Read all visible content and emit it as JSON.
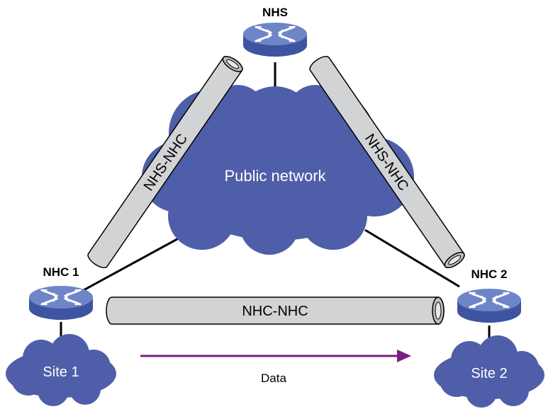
{
  "nodes": {
    "nhs": "NHS",
    "nhc1": "NHC 1",
    "nhc2": "NHC 2"
  },
  "cloud": {
    "label": "Public network"
  },
  "sites": {
    "site1": "Site 1",
    "site2": "Site 2"
  },
  "tunnels": {
    "left": "NHS-NHC",
    "right": "NHS-NHC",
    "bottom": "NHC-NHC"
  },
  "flow": {
    "label": "Data"
  },
  "colors": {
    "cloud": "#4F5EA8",
    "router_top": "#6E86C8",
    "router_side": "#3E54A0",
    "tunnel": "#D2D3D5",
    "arrow": "#7A1F7F",
    "link": "#000000"
  }
}
